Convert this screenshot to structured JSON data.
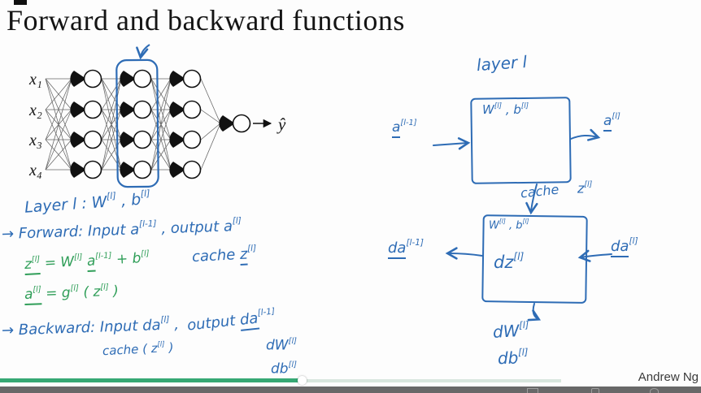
{
  "title": "Forward and backward functions",
  "colors": {
    "ink_blue": "#2e6cb5",
    "ink_green": "#2f9e58",
    "progress_green": "#36a874",
    "progress_track": "#d8e6de",
    "player_bar_gray": "#686868"
  },
  "network": {
    "inputs": [
      "x₁",
      "x₂",
      "x₃",
      "x₄"
    ],
    "output_label": "ŷ"
  },
  "notes": {
    "layer_line": "Layer l :   W^{[l]} , b^{[l]}",
    "forward_line": "→ Forward:  Input  a^{[l-1]} ,  output  a^{[l]}",
    "z_eq": "__z^{[l]}__ =  W^{[l]} __a__^{[l-1]} + b^{[l]}",
    "cache_z": "cache   __z__^{[l]}",
    "a_eq": "__a^{[l]}__ =  g^{[l]} ( z^{[l]} )",
    "backward_line": "→ Backward:  Input  da^{[l]} ,",
    "backward_cache": "cache ( z^{[l]} )",
    "backward_output": "output  __da__^{[l-1]}",
    "dw": "dW^{[l]}",
    "db": "db^{[l]}"
  },
  "flow": {
    "layer_title": "layer l",
    "fwd_box_label": "W^{[l]} , b^{[l]}",
    "fwd_in": "__a__^{[l-1]}",
    "fwd_out": "__a__^{[l]}",
    "cache_label": "cache",
    "cache_var": "z^{[l]}",
    "bwd_box_label": "W^{[l]} , b^{[l]}",
    "bwd_box_main": "dz^{[l]}",
    "bwd_out_left": "__da__^{[l-1]}",
    "bwd_in_right": "__da__^{[l]}",
    "grad_w": "dW^{[l]}",
    "grad_b": "db^{[l]}"
  },
  "footer": {
    "credit": "Andrew Ng"
  },
  "player": {
    "progress_percent": 43
  }
}
